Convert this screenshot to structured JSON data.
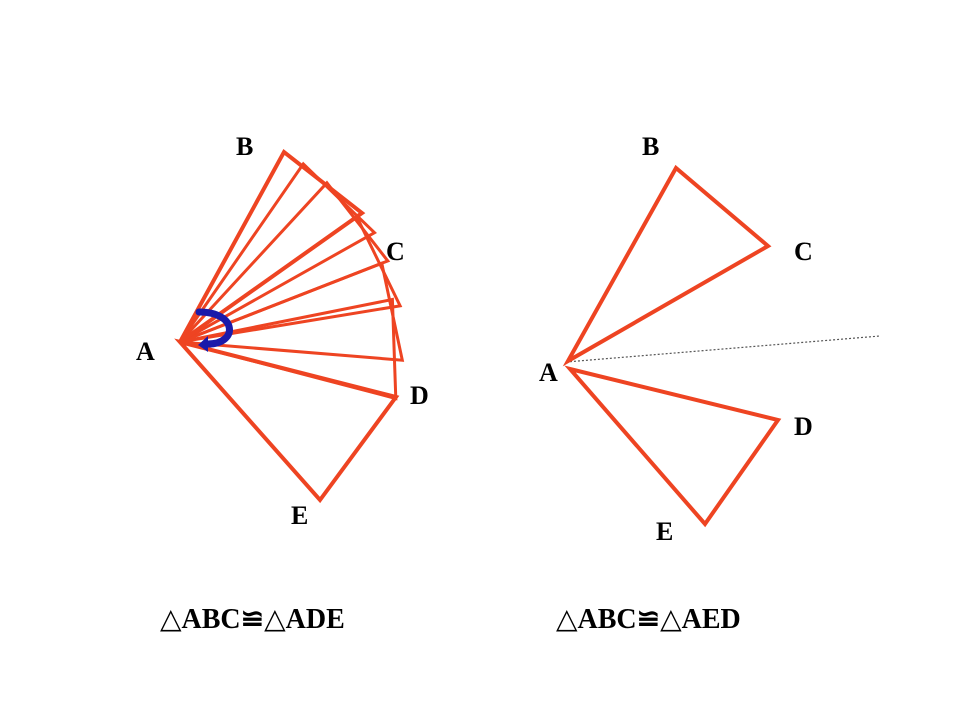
{
  "colors": {
    "triangle": "#ee4422",
    "rotation_arrow": "#1a1aaa",
    "axis": "#555555",
    "text": "#000000"
  },
  "left_figure": {
    "labels": {
      "A": "A",
      "B": "B",
      "C": "C",
      "D": "D",
      "E": "E"
    },
    "caption": "△ABC≌△ADE"
  },
  "right_figure": {
    "labels": {
      "A": "A",
      "B": "B",
      "C": "C",
      "D": "D",
      "E": "E"
    },
    "caption": "△ABC≌△AED"
  }
}
